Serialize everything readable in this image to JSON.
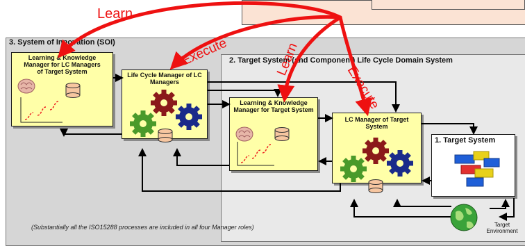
{
  "labels": {
    "learn_top": "Learn",
    "learn_diag": "Learn",
    "execute_left": "Execute",
    "execute_right": "Execute"
  },
  "soi": {
    "title": "3. System of Innovation (SOI)",
    "note": "(Substantially all the ISO15288 processes are included in all four Manager roles)"
  },
  "target_domain": {
    "title": "2. Target System (and Component) Life Cycle Domain System"
  },
  "boxes": {
    "lk_lc_managers": "Learning & Knowledge Manager for LC Managers of Target System",
    "lcm_of_lcm": "Life Cycle Manager of LC Managers",
    "lk_target": "Learning & Knowledge Manager for Target System",
    "lcm_target": "LC Manager of Target System",
    "target_system": "1. Target System"
  },
  "environment": {
    "label": "Target Environment"
  },
  "colors": {
    "arrow_red": "#ee1111",
    "box_fill": "#ffffa8",
    "soi_bg": "#d6d6d6",
    "domain_bg": "#e9e9e9",
    "top_box": "#fbe3d4",
    "gear_red": "#8b1a1a",
    "gear_green": "#4a9a2a",
    "gear_blue": "#1a2a8a"
  }
}
